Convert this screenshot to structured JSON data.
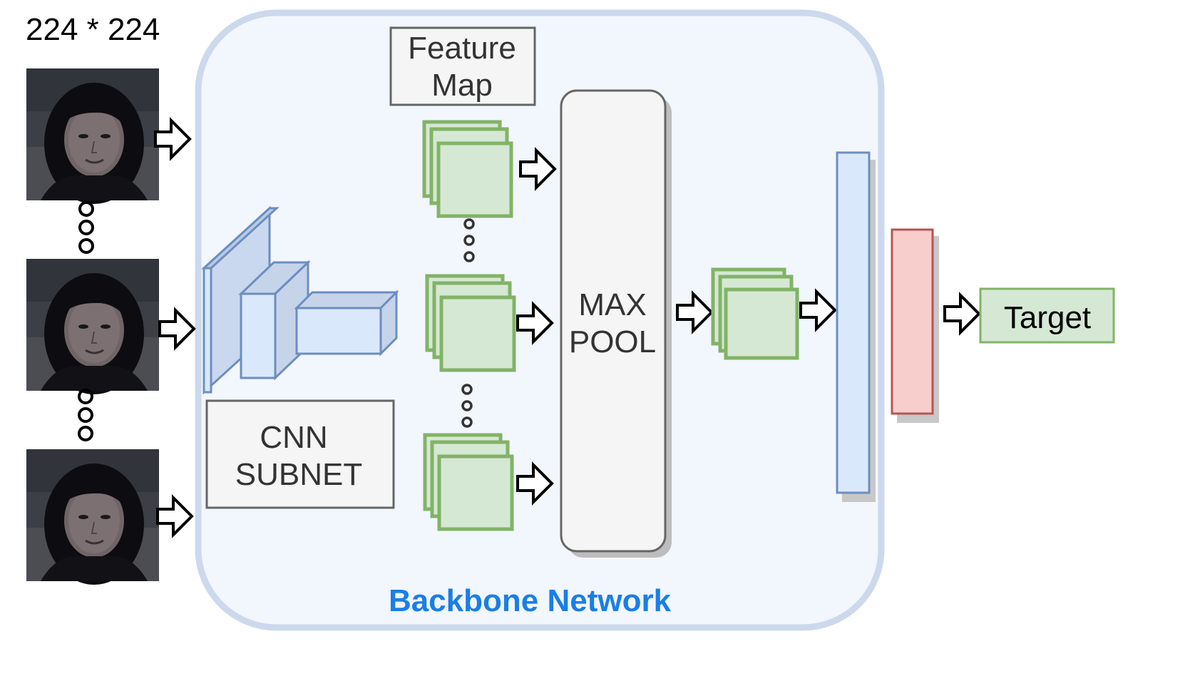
{
  "input_size_label": "224 * 224",
  "feature_map_label_line1": "Feature",
  "feature_map_label_line2": "Map",
  "cnn_subnet_label_line1": "CNN",
  "cnn_subnet_label_line2": "SUBNET",
  "max_pool_label_line1": "MAX",
  "max_pool_label_line2": "POOL",
  "target_label": "Target",
  "backbone_label": "Backbone Network",
  "colors": {
    "backbone_fill": "#f2f6fd",
    "backbone_border": "#ccd9ec",
    "backbone_text": "#1a7ee6",
    "feature_fill": "#d5e8d4",
    "feature_border": "#82b366",
    "cnn_fill": "#dae8fc",
    "cnn_border": "#6c8ebf",
    "fc_red_fill": "#f8cecc",
    "fc_red_border": "#b85450",
    "box_fill": "#f5f5f5",
    "box_border": "#666666"
  },
  "icons": [
    "face-image",
    "right-arrow-icon",
    "ellipsis-dots-icon",
    "feature-stack-icon",
    "cnn-3d-block-icon"
  ]
}
